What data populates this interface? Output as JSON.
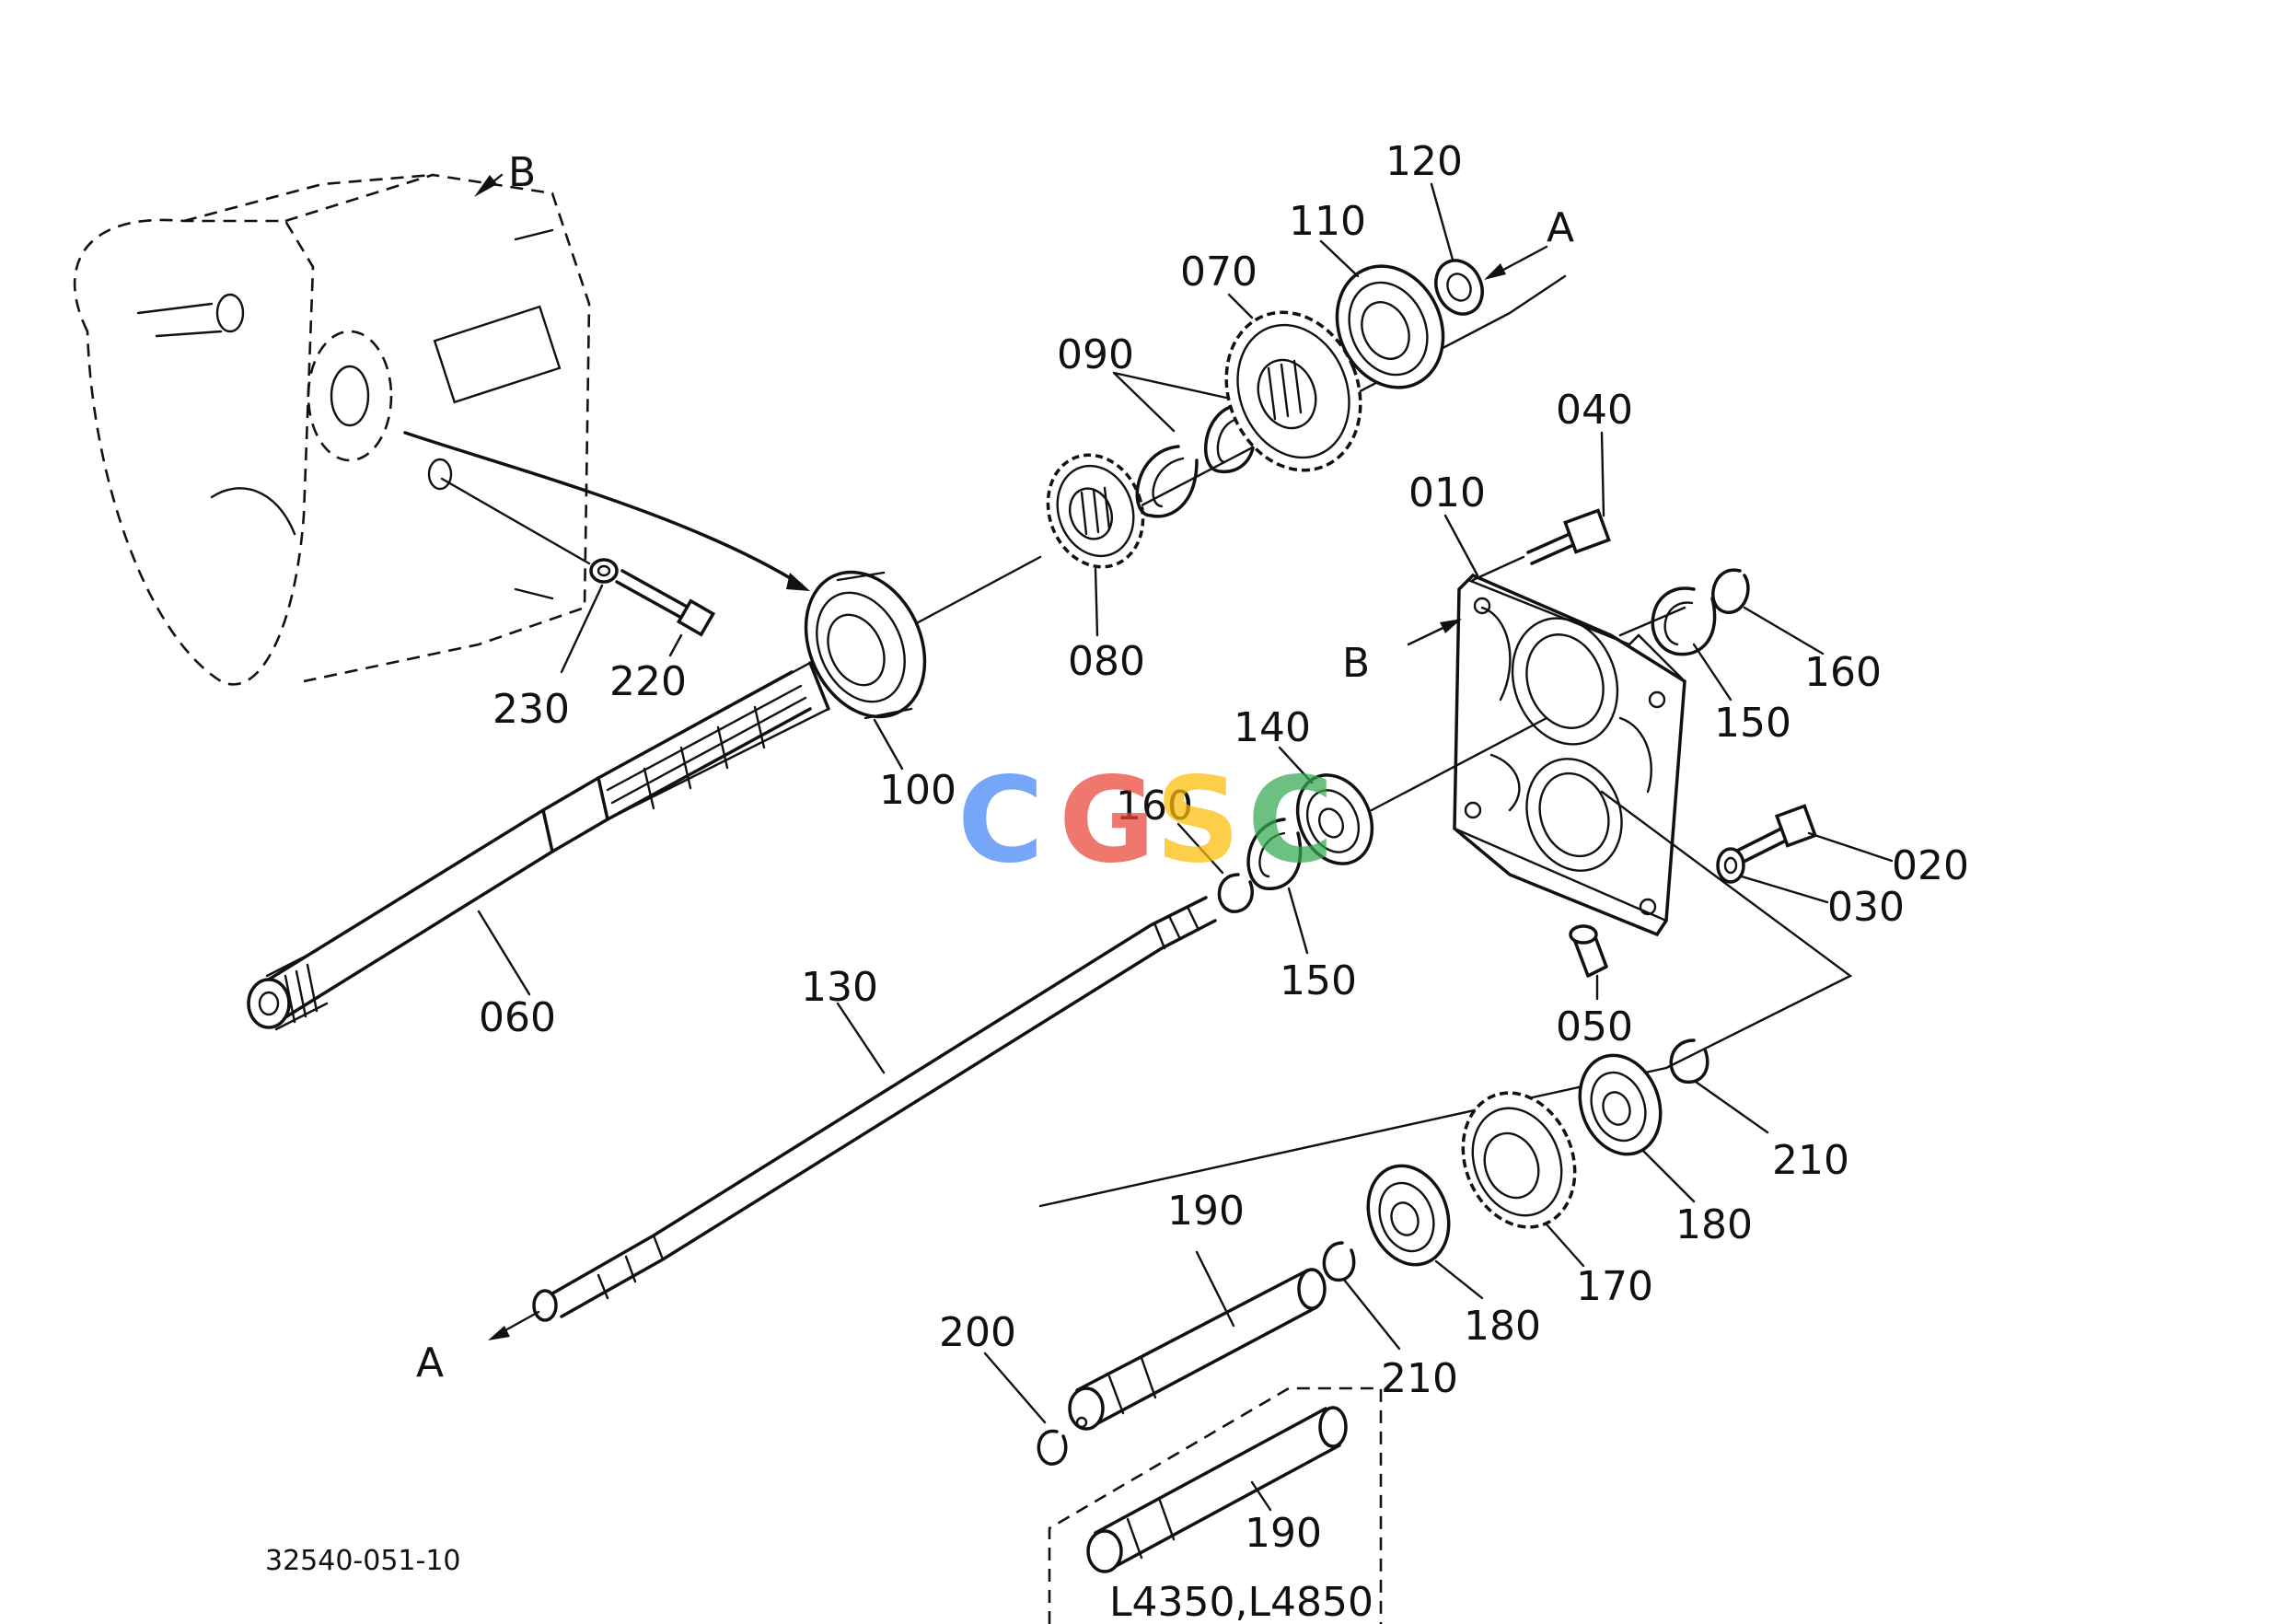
{
  "diagram_code": "32540-051-10",
  "variant_note": "L4350,L4850",
  "watermark": {
    "letters": [
      "C",
      "G",
      "S",
      "C"
    ],
    "colors": [
      "#4285F4",
      "#EA4335",
      "#FBBC05",
      "#34A853"
    ]
  },
  "refs": {
    "A": "A",
    "B": "B"
  },
  "labels": {
    "p010": "010",
    "p020": "020",
    "p030": "030",
    "p040": "040",
    "p050": "050",
    "p060": "060",
    "p070": "070",
    "p080": "080",
    "p090": "090",
    "p100": "100",
    "p110": "110",
    "p120": "120",
    "p130": "130",
    "p140": "140",
    "p150a": "150",
    "p150b": "150",
    "p160a": "160",
    "p160b": "160",
    "p170": "170",
    "p180a": "180",
    "p180b": "180",
    "p190a": "190",
    "p190b": "190",
    "p200": "200",
    "p210a": "210",
    "p210b": "210",
    "p220": "220",
    "p230": "230"
  }
}
